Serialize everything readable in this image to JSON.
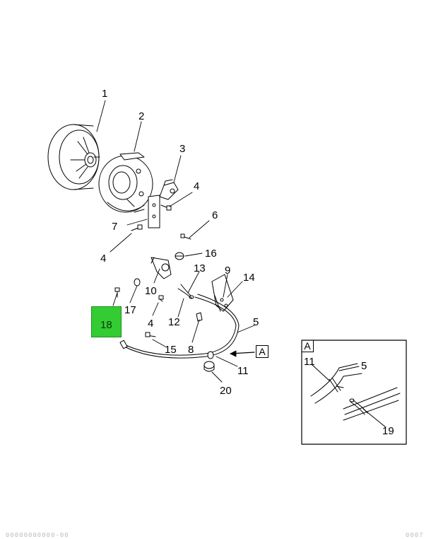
{
  "callouts": {
    "c1": "1",
    "c2": "2",
    "c3": "3",
    "c4a": "4",
    "c4b": "4",
    "c4c": "4",
    "c5": "5",
    "c6": "6",
    "c7": "7",
    "c8": "8",
    "c9": "9",
    "c10": "10",
    "c11": "11",
    "c12": "12",
    "c13": "13",
    "c14": "14",
    "c15": "15",
    "c16": "16",
    "c17": "17",
    "c18": "18",
    "c20": "20"
  },
  "view_marker": "A",
  "inset": {
    "label": "A",
    "c11": "11",
    "c5": "5",
    "c19": "19"
  },
  "highlight": {
    "label": "18",
    "color": "#33cc33"
  },
  "footer": {
    "left": "00000000000-00",
    "right": "0007"
  }
}
